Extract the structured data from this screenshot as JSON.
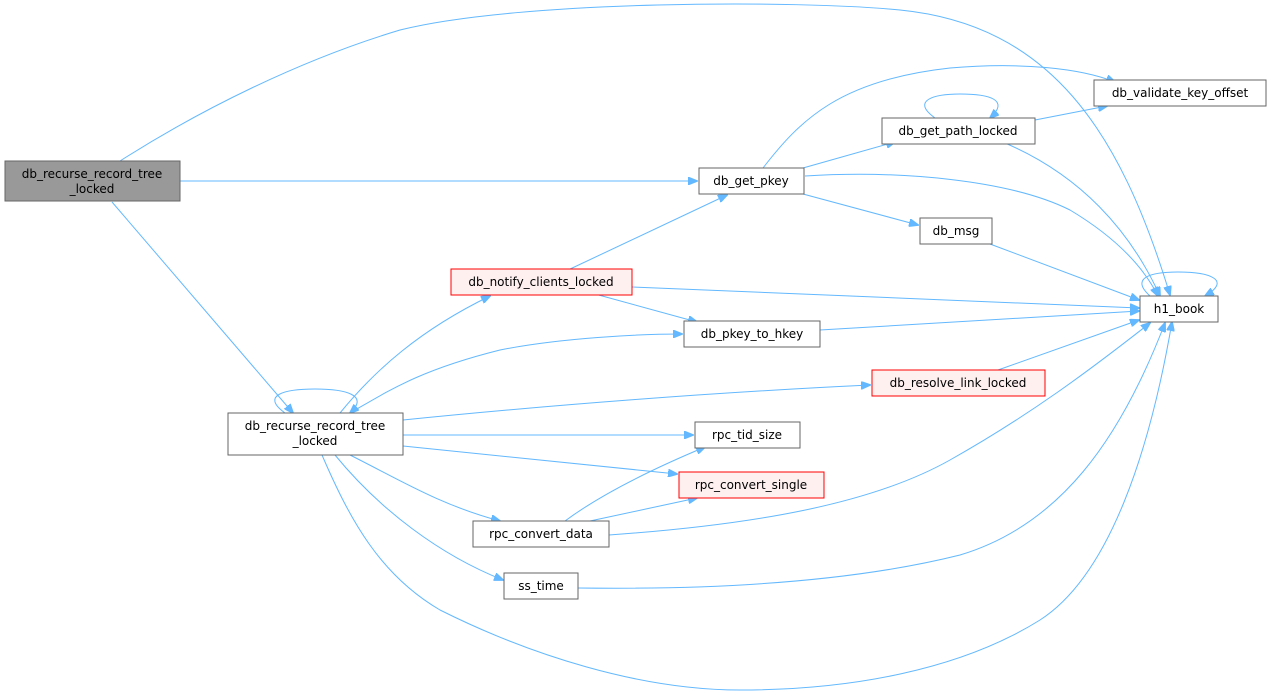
{
  "colors": {
    "edge": "#63b8ff",
    "node_border": "#666666",
    "root_fill": "#999999",
    "highlight_border": "#ff0000",
    "highlight_fill": "#fff0f0"
  },
  "nodes": {
    "root": {
      "line1": "db_recurse_record_tree",
      "line2": "_locked"
    },
    "recurse": {
      "line1": "db_recurse_record_tree",
      "line2": "_locked"
    },
    "get_pkey": {
      "label": "db_get_pkey"
    },
    "get_path_locked": {
      "label": "db_get_path_locked"
    },
    "validate_key_offset": {
      "label": "db_validate_key_offset"
    },
    "msg": {
      "label": "db_msg"
    },
    "notify_clients_locked": {
      "label": "db_notify_clients_locked"
    },
    "pkey_to_hkey": {
      "label": "db_pkey_to_hkey"
    },
    "hl_book": {
      "label": "h1_book"
    },
    "resolve_link_locked": {
      "label": "db_resolve_link_locked"
    },
    "rpc_tid_size": {
      "label": "rpc_tid_size"
    },
    "rpc_convert_single": {
      "label": "rpc_convert_single"
    },
    "rpc_convert_data": {
      "label": "rpc_convert_data"
    },
    "ss_time": {
      "label": "ss_time"
    }
  }
}
